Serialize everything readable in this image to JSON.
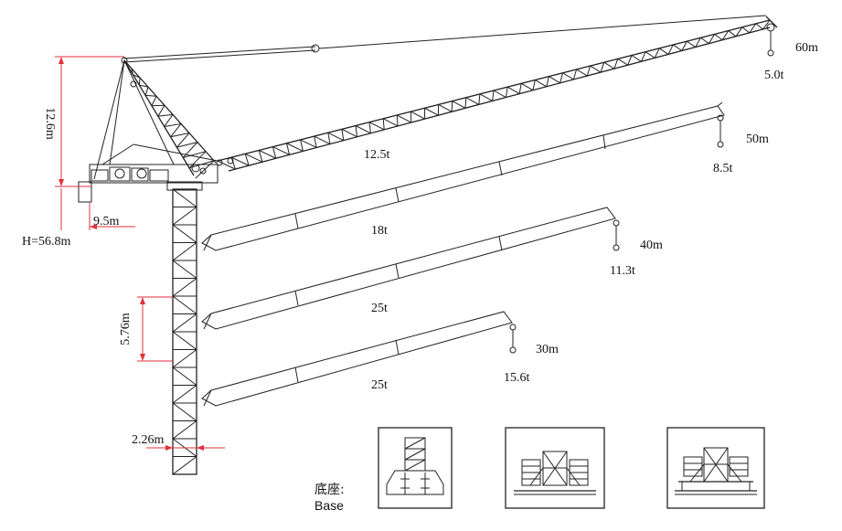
{
  "dimensions": {
    "head_height": "12.6m",
    "tail_radius": "9.5m",
    "free_height": "H=56.8m",
    "mast_section_height": "5.76m",
    "mast_width": "2.26m"
  },
  "configurations": [
    {
      "tip_load": "5.0t",
      "mid_load": "12.5t",
      "jib_length": "60m"
    },
    {
      "tip_load": "8.5t",
      "mid_load": "18t",
      "jib_length": "50m"
    },
    {
      "tip_load": "11.3t",
      "mid_load": "25t",
      "jib_length": "40m"
    },
    {
      "tip_load": "15.6t",
      "mid_load": "25t",
      "jib_length": "30m"
    }
  ],
  "base": {
    "label_cn": "底座:",
    "label_en": "Base"
  },
  "colors": {
    "line": "#222222",
    "dimension": "#e0313a"
  }
}
